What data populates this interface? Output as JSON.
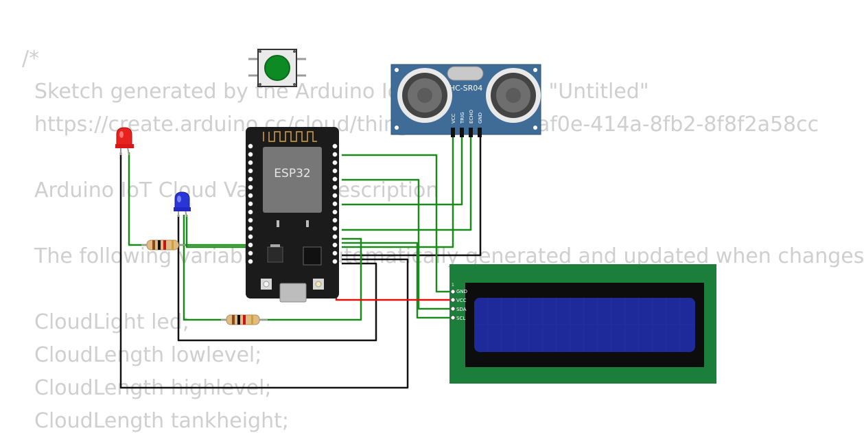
{
  "code": {
    "lines": [
      "/*",
      "Sketch generated by the Arduino IoT Cloud Thing \"Untitled\"",
      "https://create.arduino.cc/cloud/things/5e3c4b3d-af0e-414a-8fb2-8f8f2a58cc",
      "Arduino IoT Cloud Variables description",
      "The following variables are automatically generated and updated when changes",
      "CloudLight led;",
      "CloudLength lowlevel;",
      "CloudLength highlevel;",
      "CloudLength tankheight;"
    ]
  },
  "components": {
    "esp32": {
      "label": "ESP32"
    },
    "ultrasonic": {
      "label": "HC-SR04",
      "pins": [
        "VCC",
        "TRIG",
        "ECHO",
        "GND"
      ]
    },
    "lcd": {
      "pin1": "1",
      "pins": [
        "GND",
        "VCC",
        "SDA",
        "SCL"
      ]
    }
  },
  "colors": {
    "wire_green": "#1a8a1a",
    "wire_black": "#111111",
    "wire_red": "#e01010",
    "esp32_board": "#1b1b1b",
    "sensor_board": "#3f6c97",
    "lcd_board": "#1b7e3b",
    "lcd_screen": "#1f2a9a"
  }
}
